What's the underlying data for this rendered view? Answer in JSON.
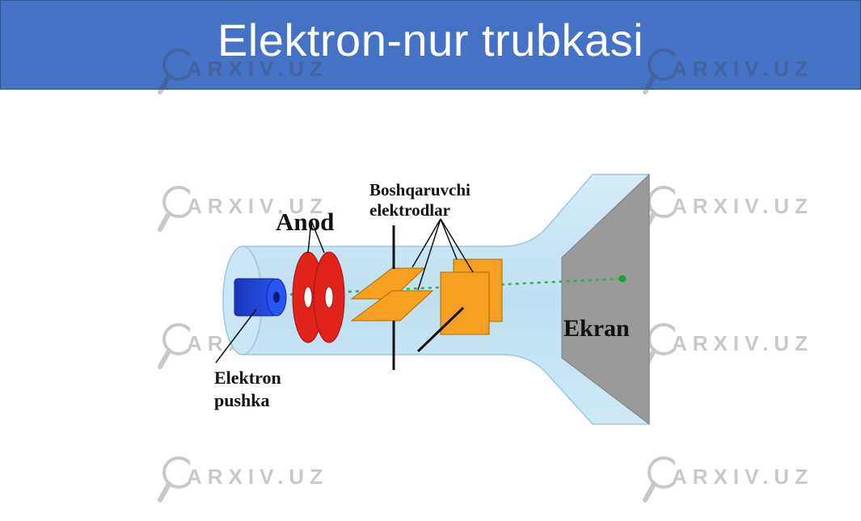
{
  "slide": {
    "title": "Elektron-nur trubkasi"
  },
  "watermark": {
    "text": "ARXIV.UZ"
  },
  "diagram": {
    "labels": {
      "anode": "Anod",
      "control_electrodes_line1": "Boshqaruvchi",
      "control_electrodes_line2": "elektrodlar",
      "gun_line1": "Elektron",
      "gun_line2": "pushka",
      "screen": "Ekran"
    },
    "colors": {
      "title_bar": "#4472c4",
      "tube_glass": "#bcdcef",
      "electron_gun": "#1f3fd8",
      "anode_rings": "#e0241c",
      "deflection_plates": "#f5a020",
      "screen": "#9a9a9a",
      "beam": "#2bb34a"
    }
  }
}
